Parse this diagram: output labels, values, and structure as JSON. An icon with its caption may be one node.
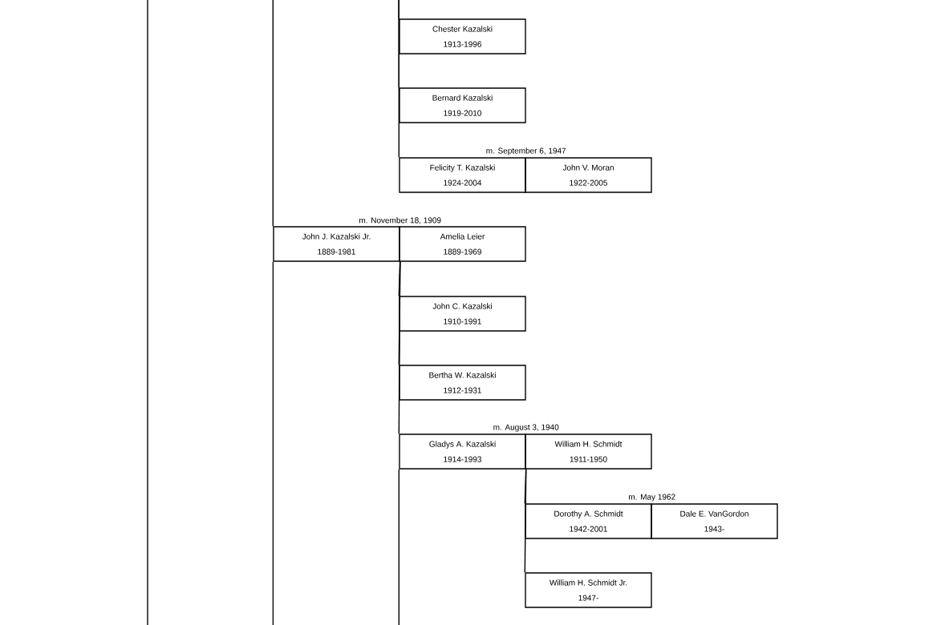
{
  "diagram": {
    "nodes": [
      {
        "text": [
          "Chester Kazalski",
          "1913-1996"
        ]
      },
      {
        "text": [
          "Bernard Kazalski",
          "1919-2010"
        ]
      },
      {
        "text": [
          "Felicity T. Kazalski",
          "1924-2004"
        ],
        "beside": [
          "m. September 6, 1947"
        ]
      },
      {
        "text": [
          "John V. Moran",
          "1922-2005"
        ]
      },
      {
        "text": [
          "John J. Kazalski Jr.",
          "1889-1981"
        ],
        "beside": [
          "m. November 18, 1909"
        ]
      },
      {
        "text": [
          "Amelia Leier",
          "1889-1969"
        ]
      },
      {
        "text": [
          "John C. Kazalski",
          "1910-1991"
        ]
      },
      {
        "text": [
          "Bertha W. Kazalski",
          "1912-1931"
        ]
      },
      {
        "text": [
          "Gladys A. Kazalski",
          "1914-1993"
        ],
        "beside": [
          "m. August 3, 1940"
        ]
      },
      {
        "text": [
          "William H. Schmidt",
          "1911-1950"
        ]
      },
      {
        "text": [
          "Dorothy A. Schmidt",
          "1942-2001"
        ],
        "beside": [
          "m. May 1962"
        ]
      },
      {
        "text": [
          "Dale E. VanGordon",
          "1943-"
        ]
      },
      {
        "text": [
          "William H. Schmidt Jr.",
          "1947-"
        ]
      }
    ],
    "edges": [
      {
        "from": null,
        "to": 0,
        "arrow": "none"
      },
      {
        "from": null,
        "to": 1,
        "arrow": "none"
      },
      {
        "from": null,
        "to": 2,
        "arrow": "none"
      },
      {
        "from": null,
        "to": 4,
        "arrow": "none"
      },
      {
        "from": 4,
        "to": 6,
        "arrow": "none"
      },
      {
        "from": 4,
        "to": 7,
        "arrow": "none"
      },
      {
        "from": 4,
        "to": 8,
        "arrow": "none"
      },
      {
        "from": 8,
        "to": 10,
        "arrow": "none"
      },
      {
        "from": 8,
        "to": 12,
        "arrow": "none"
      }
    ]
  }
}
